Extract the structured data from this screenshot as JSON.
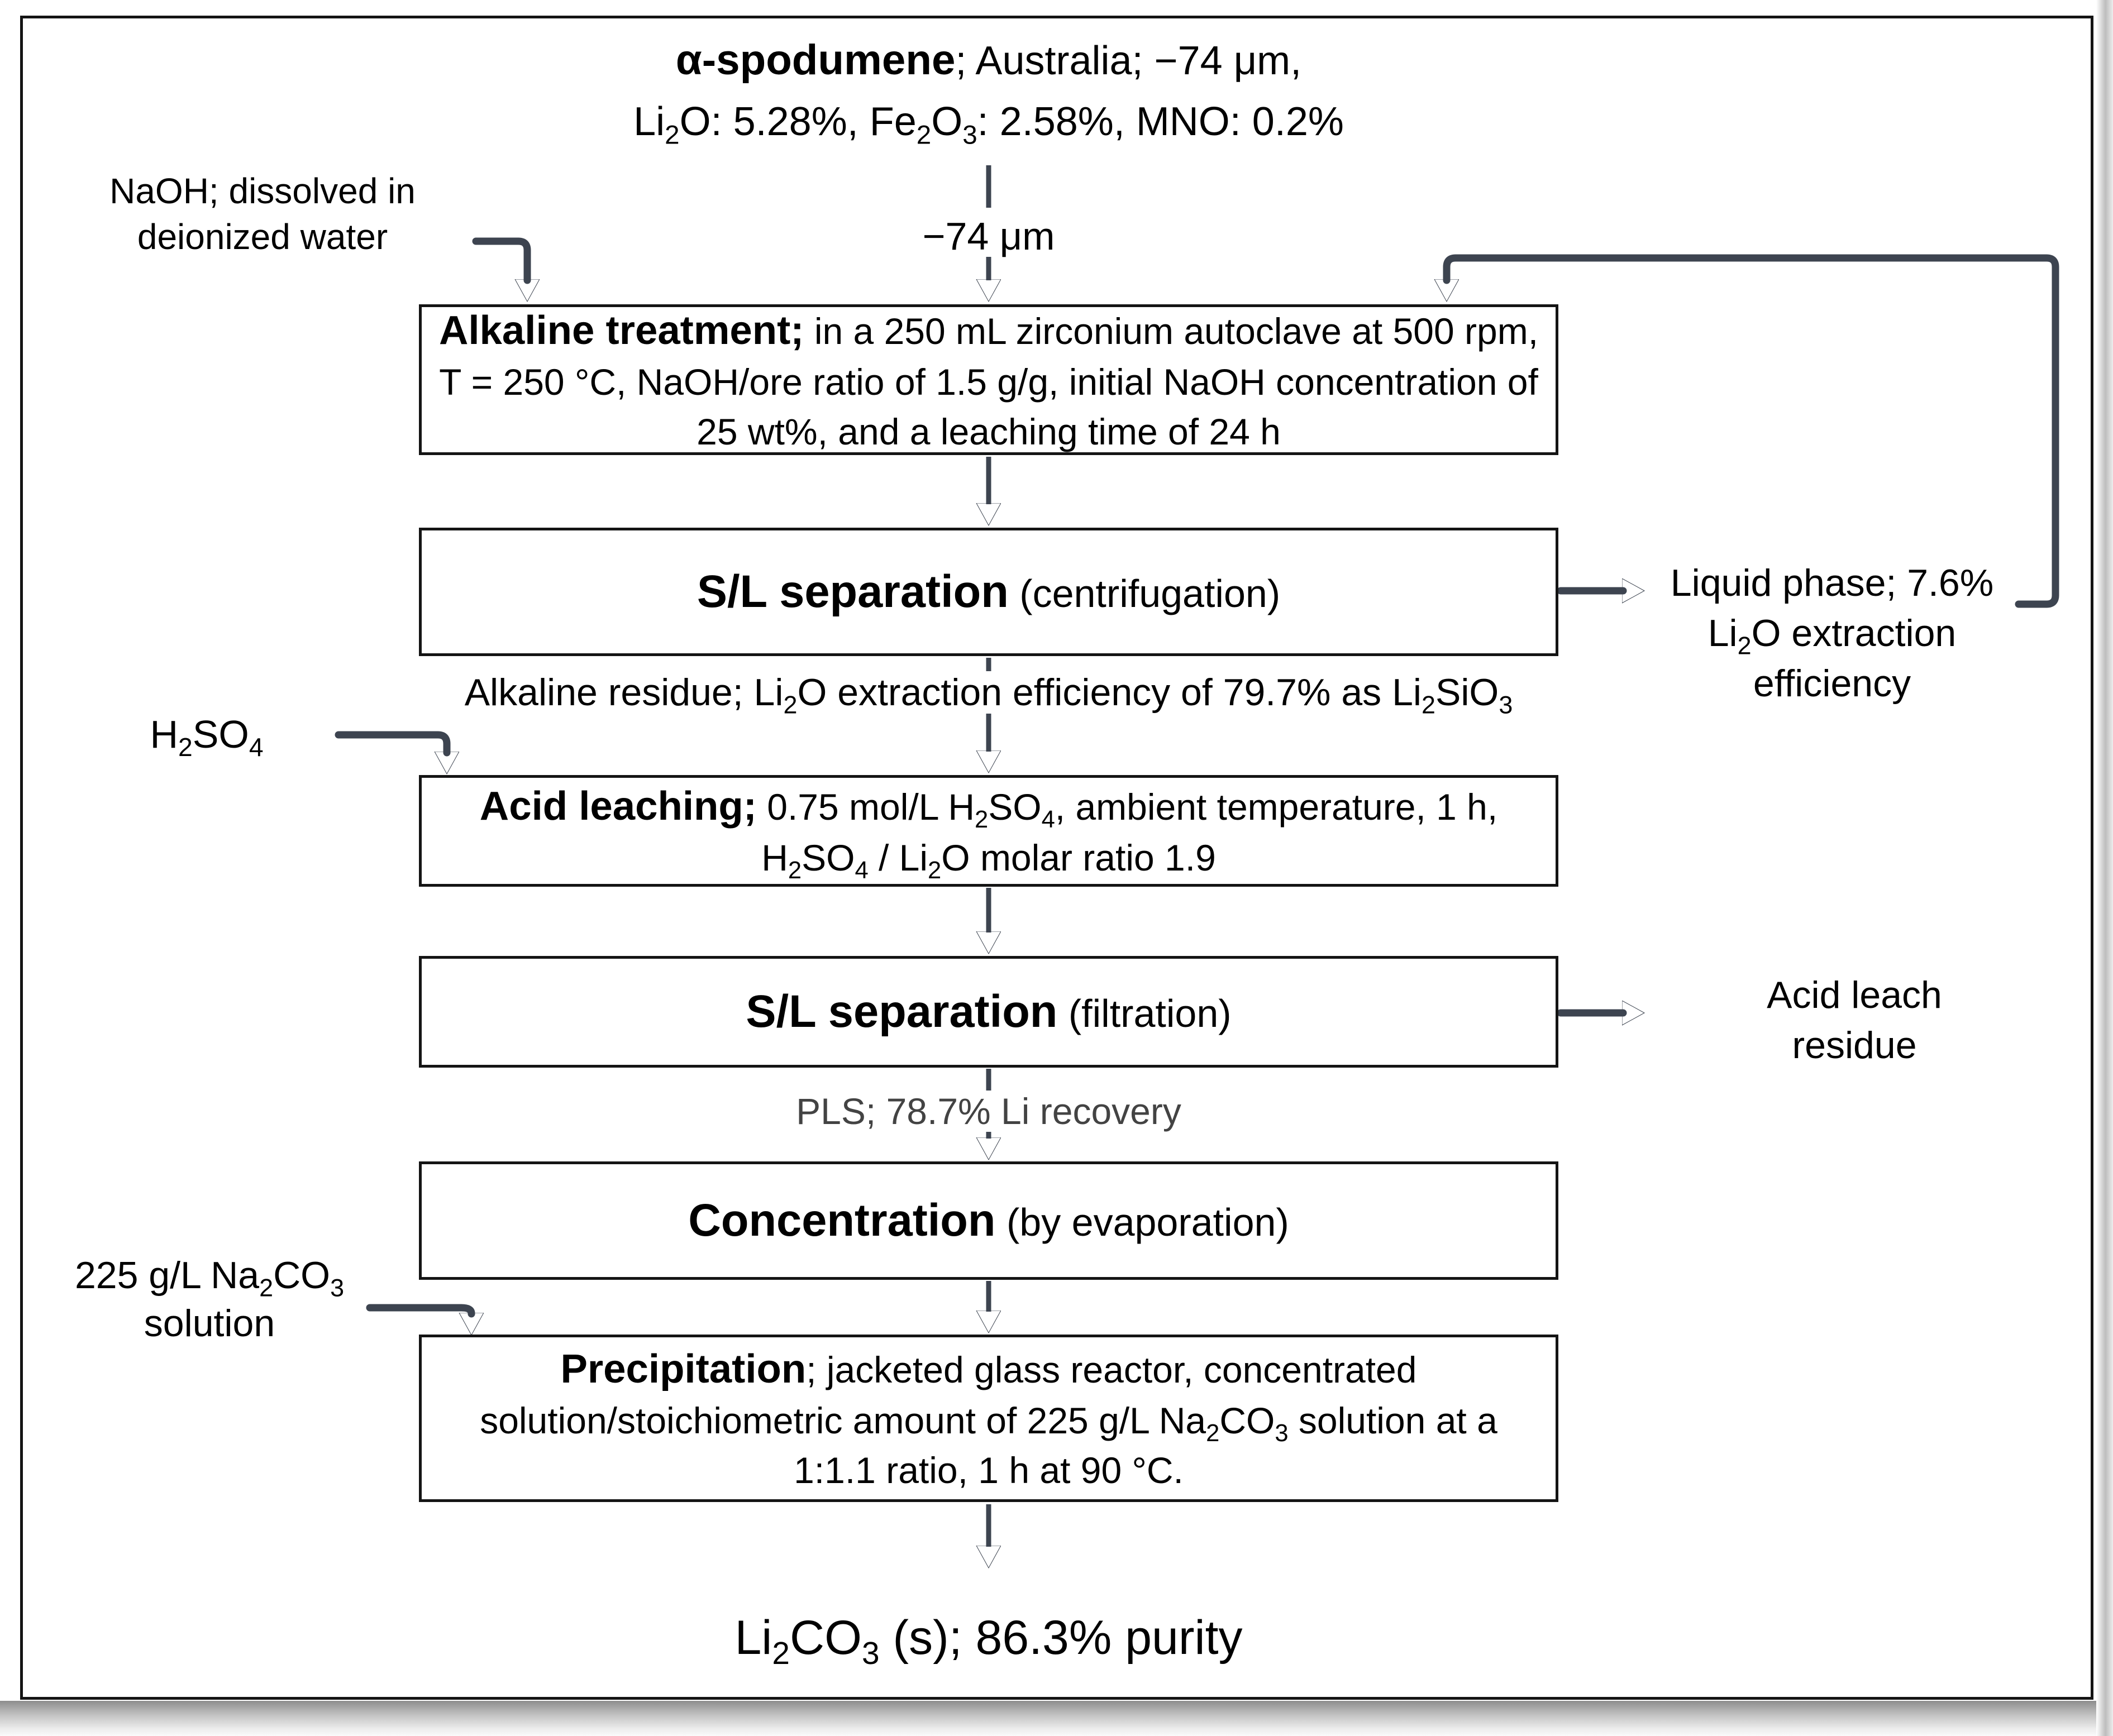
{
  "diagram": {
    "colors": {
      "arrow": "#3d4450",
      "box_border": "#141414",
      "text": "#000000",
      "pls_text": "#434343",
      "background": "#ffffff"
    },
    "title": {
      "line1": [
        {
          "t": "α-spodumene",
          "b": true
        },
        {
          "t": "; Australia; −74 μm,"
        }
      ],
      "line2": [
        {
          "t": "Li"
        },
        {
          "t": "2",
          "sub": true
        },
        {
          "t": "O: 5.28%, Fe"
        },
        {
          "t": "2",
          "sub": true
        },
        {
          "t": "O"
        },
        {
          "t": "3",
          "sub": true
        },
        {
          "t": ": 2.58%, MNO: 0.2%"
        }
      ]
    },
    "annotations": {
      "naoh": {
        "line1": "NaOH; dissolved in",
        "line2": "deionized water"
      },
      "feed_size": "−74 μm",
      "liquid_phase": {
        "line1": "Liquid phase; 7.6%",
        "line2": [
          {
            "t": "Li"
          },
          {
            "t": "2",
            "sub": true
          },
          {
            "t": "O extraction"
          }
        ],
        "line3": "efficiency"
      },
      "alkaline_residue": [
        {
          "t": "Alkaline residue; Li"
        },
        {
          "t": "2",
          "sub": true
        },
        {
          "t": "O extraction efficiency of 79.7% as Li"
        },
        {
          "t": "2",
          "sub": true
        },
        {
          "t": "SiO"
        },
        {
          "t": "3",
          "sub": true
        }
      ],
      "h2so4": [
        {
          "t": "H"
        },
        {
          "t": "2",
          "sub": true
        },
        {
          "t": "SO"
        },
        {
          "t": "4",
          "sub": true
        }
      ],
      "acid_leach_residue": {
        "line1": "Acid leach",
        "line2": "residue"
      },
      "pls": "PLS; 78.7% Li recovery",
      "na2co3": {
        "line1": [
          {
            "t": "225 g/L Na"
          },
          {
            "t": "2",
            "sub": true
          },
          {
            "t": "CO"
          },
          {
            "t": "3",
            "sub": true
          }
        ],
        "line2": "solution"
      },
      "product": [
        {
          "t": "Li"
        },
        {
          "t": "2",
          "sub": true
        },
        {
          "t": "CO"
        },
        {
          "t": "3",
          "sub": true
        },
        {
          "t": " (s); 86.3% purity"
        }
      ]
    },
    "boxes": {
      "alkaline_treatment": [
        {
          "t": "Alkaline treatment;",
          "b": true
        },
        {
          "t": " in a 250 mL zirconium autoclave at 500 rpm, T = 250 °C, NaOH/ore ratio of 1.5 g/g, initial NaOH concentration of 25 wt%, and a leaching time of 24 h"
        }
      ],
      "sl_separation_1": [
        {
          "t": "S/L separation",
          "b": true
        },
        {
          "t": " (centrifugation)"
        }
      ],
      "acid_leaching": [
        {
          "t": "Acid leaching;",
          "b": true
        },
        {
          "t": " 0.75 mol/L H"
        },
        {
          "t": "2",
          "sub": true
        },
        {
          "t": "SO"
        },
        {
          "t": "4",
          "sub": true
        },
        {
          "t": ", ambient temperature, 1 h, H"
        },
        {
          "t": "2",
          "sub": true
        },
        {
          "t": "SO"
        },
        {
          "t": "4",
          "sub": true
        },
        {
          "t": " / Li"
        },
        {
          "t": "2",
          "sub": true
        },
        {
          "t": "O molar ratio 1.9"
        }
      ],
      "sl_separation_2": [
        {
          "t": "S/L separation",
          "b": true
        },
        {
          "t": " (filtration)"
        }
      ],
      "concentration": [
        {
          "t": "Concentration",
          "b": true
        },
        {
          "t": " (by evaporation)"
        }
      ],
      "precipitation": [
        {
          "t": "Precipitation",
          "b": true
        },
        {
          "t": "; jacketed glass reactor, concentrated solution/stoichiometric amount of 225 g/L Na"
        },
        {
          "t": "2",
          "sub": true
        },
        {
          "t": "CO"
        },
        {
          "t": "3",
          "sub": true
        },
        {
          "t": " solution at a 1:1.1 ratio, 1 h at 90 °C."
        }
      ]
    }
  }
}
